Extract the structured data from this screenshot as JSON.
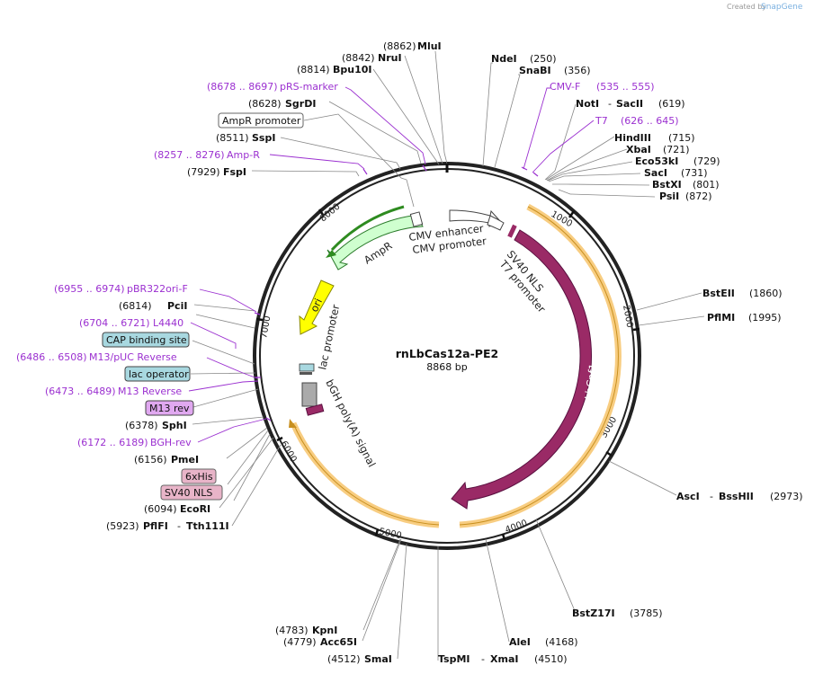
{
  "credit": {
    "text": "Created by",
    "brand": "SnapGene"
  },
  "plasmid": {
    "name": "rnLbCas12a-PE2",
    "size": "8868 bp"
  },
  "ticks": [
    "1000",
    "2000",
    "3000",
    "4000",
    "5000",
    "6000",
    "7000",
    "8000"
  ],
  "enzymes_right": [
    {
      "pos": "(8862)",
      "name": "MluI"
    },
    {
      "name": "NdeI",
      "pos": "(250)"
    },
    {
      "name": "SnaBI",
      "pos": "(356)"
    },
    {
      "name": "CMV-F",
      "pos": "(535 .. 555)"
    },
    {
      "name": "NotI",
      "name2": "SacII",
      "pos": "(619)"
    },
    {
      "name": "T7",
      "pos": "(626 .. 645)"
    },
    {
      "name": "HindIII",
      "pos": "(715)"
    },
    {
      "name": "XbaI",
      "pos": "(721)"
    },
    {
      "name": "Eco53kI",
      "pos": "(729)"
    },
    {
      "name": "SacI",
      "pos": "(731)"
    },
    {
      "name": "BstXI",
      "pos": "(801)"
    },
    {
      "name": "PsiI",
      "pos": "(872)"
    },
    {
      "name": "BstEII",
      "pos": "(1860)"
    },
    {
      "name": "PflMI",
      "pos": "(1995)"
    },
    {
      "name": "AscI",
      "name2": "BssHII",
      "pos": "(2973)"
    },
    {
      "name": "BstZ17I",
      "pos": "(3785)"
    },
    {
      "name": "AleI",
      "pos": "(4168)"
    },
    {
      "name": "TspMI",
      "name2": "XmaI",
      "pos": "(4510)"
    }
  ],
  "enzymes_left": [
    {
      "pos": "(8842)",
      "name": "NruI"
    },
    {
      "pos": "(8814)",
      "name": "Bpu10I"
    },
    {
      "pos": "(8678 .. 8697)",
      "name": "pRS-marker"
    },
    {
      "pos": "(8628)",
      "name": "SgrDI"
    },
    {
      "name": "AmpR promoter"
    },
    {
      "pos": "(8511)",
      "name": "SspI"
    },
    {
      "pos": "(8257 .. 8276)",
      "name": "Amp-R"
    },
    {
      "pos": "(7929)",
      "name": "FspI"
    },
    {
      "pos": "(6955 .. 6974)",
      "name": "pBR322ori-F"
    },
    {
      "pos": "(6814)",
      "name": "PciI"
    },
    {
      "pos": "(6704 .. 6721)",
      "name": "L4440"
    },
    {
      "name": "CAP binding site"
    },
    {
      "pos": "(6486 .. 6508)",
      "name": "M13/pUC Reverse"
    },
    {
      "name": "lac operator"
    },
    {
      "pos": "(6473 .. 6489)",
      "name": "M13 Reverse"
    },
    {
      "name": "M13 rev"
    },
    {
      "pos": "(6378)",
      "name": "SphI"
    },
    {
      "pos": "(6172 .. 6189)",
      "name": "BGH-rev"
    },
    {
      "pos": "(6156)",
      "name": "PmeI"
    },
    {
      "name": "6xHis"
    },
    {
      "name": "SV40 NLS"
    },
    {
      "pos": "(6094)",
      "name": "EcoRI"
    },
    {
      "pos": "(5923)",
      "name": "PflFI",
      "name2": "Tth111I"
    },
    {
      "pos": "(4783)",
      "name": "KpnI"
    },
    {
      "pos": "(4779)",
      "name": "Acc65I"
    },
    {
      "pos": "(4512)",
      "name": "SmaI"
    }
  ],
  "features": {
    "cmv_enhancer": "CMV enhancer",
    "cmv_promoter": "CMV promoter",
    "sv40_nls": "SV40 NLS",
    "t7_promoter": "T7 promoter",
    "lbcpf1": "LbCpf1",
    "ampr": "AmpR",
    "ori": "ori",
    "lac_promoter": "lac promoter",
    "bgh": "bGH poly(A) signal"
  },
  "colors": {
    "lbcpf1": "#9a2a66",
    "ampr": "#cfffcf",
    "ori": "#ffff00",
    "highlight": "#f7c873",
    "primer": "#9b30d0",
    "cap": "#a8d8e0",
    "m13rev": "#e0a8f0",
    "his": "#e8b4c8"
  }
}
